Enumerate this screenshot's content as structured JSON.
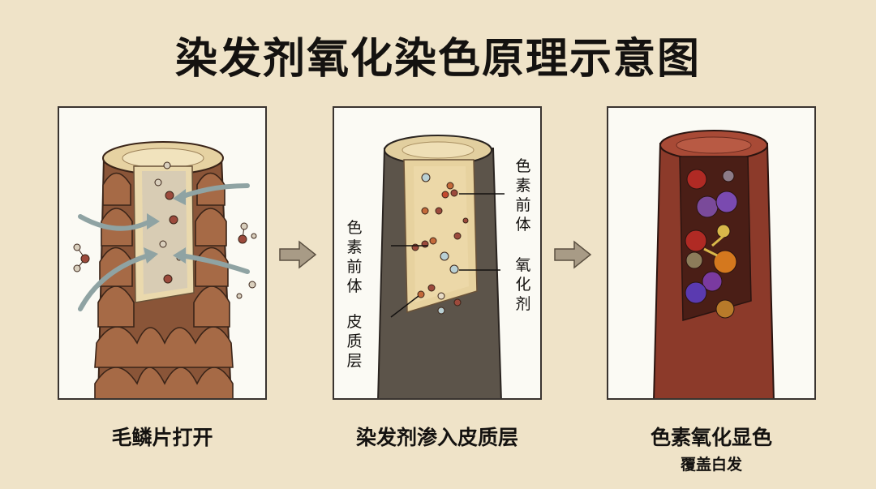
{
  "title": "染发剂氧化染色原理示意图",
  "steps": [
    {
      "caption": "毛鳞片打开"
    },
    {
      "caption": "染发剂渗入皮质层"
    },
    {
      "caption": "色素氧化显色",
      "sub": "覆盖白发"
    }
  ],
  "labels": {
    "pigment_precursor_right": "色素前体",
    "pigment_precursor_left": "色素前体",
    "oxidizer": "氧化剂",
    "cortex": "皮质层"
  },
  "colors": {
    "background": "#efe3c8",
    "cuticle_brown": "#8a5538",
    "cortex_tan": "#e2cf9f",
    "dyed_red": "#8c3a2a",
    "gray_hair": "#5c544a",
    "arrow_gray": "#9c9182"
  }
}
